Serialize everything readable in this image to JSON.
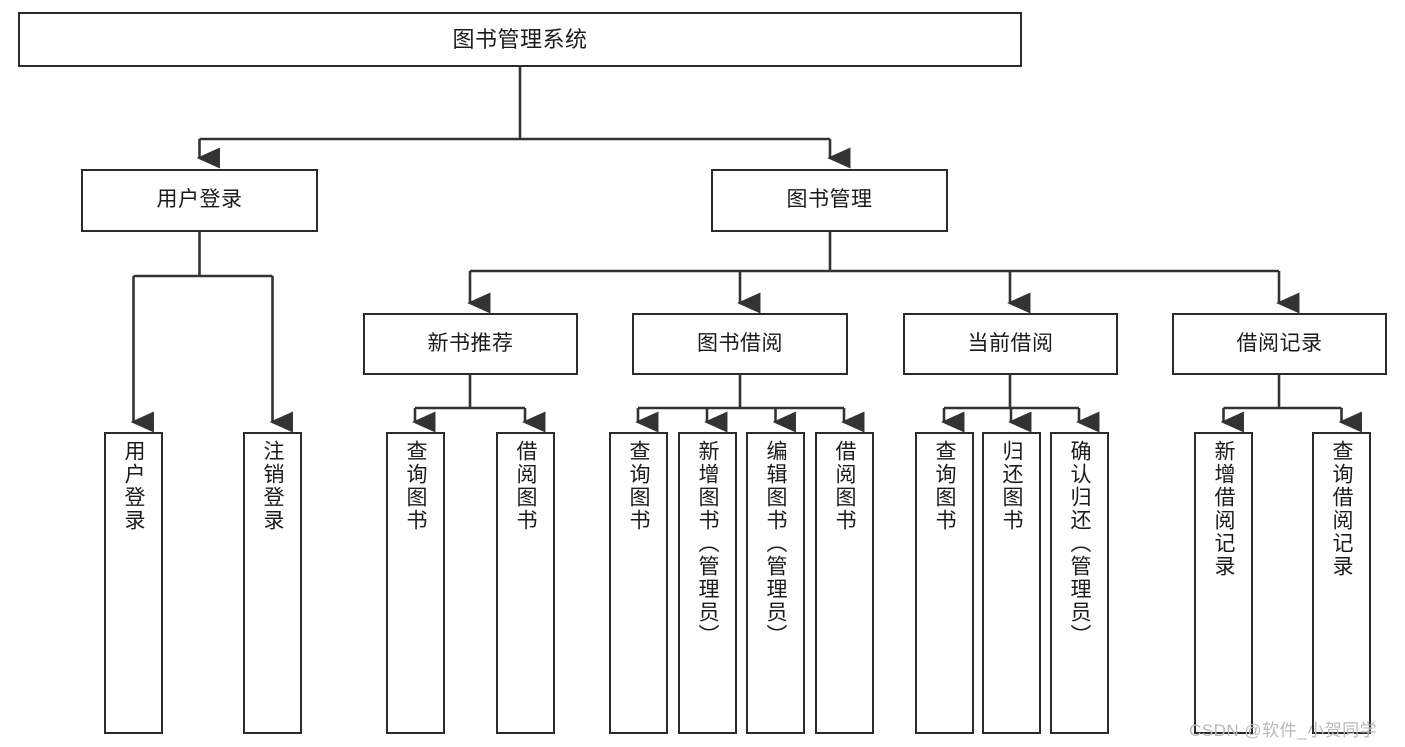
{
  "diagram": {
    "title": "图书管理系统",
    "type": "hierarchy-tree",
    "colors": {
      "box_border": "#2b2b2b",
      "box_fill": "#ffffff",
      "connector": "#333333",
      "text": "#1b1b1b",
      "watermark": "#b9b9b9",
      "background": "#ffffff"
    },
    "levels": {
      "root": {
        "label": "图书管理系统"
      },
      "level2": [
        {
          "id": "user-login",
          "label": "用户登录"
        },
        {
          "id": "book-management",
          "label": "图书管理"
        }
      ],
      "level3": [
        {
          "id": "new-book-recommend",
          "label": "新书推荐"
        },
        {
          "id": "book-borrow",
          "label": "图书借阅"
        },
        {
          "id": "current-borrow",
          "label": "当前借阅"
        },
        {
          "id": "borrow-record",
          "label": "借阅记录"
        }
      ],
      "leaves": {
        "user_login": [
          {
            "id": "leaf-user-login",
            "label": "用户登录"
          },
          {
            "id": "leaf-logout-login",
            "label": "注销登录"
          }
        ],
        "new_book_recommend": [
          {
            "id": "leaf-query-book-1",
            "label": "查询图书"
          },
          {
            "id": "leaf-borrow-book-1",
            "label": "借阅图书"
          }
        ],
        "book_borrow": [
          {
            "id": "leaf-query-book-2",
            "label": "查询图书"
          },
          {
            "id": "leaf-add-book",
            "label": "新增图书（管理员）"
          },
          {
            "id": "leaf-edit-book",
            "label": "编辑图书（管理员）"
          },
          {
            "id": "leaf-borrow-book-2",
            "label": "借阅图书"
          }
        ],
        "current_borrow": [
          {
            "id": "leaf-query-book-3",
            "label": "查询图书"
          },
          {
            "id": "leaf-return-book",
            "label": "归还图书"
          },
          {
            "id": "leaf-confirm-return",
            "label": "确认归还（管理员）"
          }
        ],
        "borrow_record": [
          {
            "id": "leaf-add-borrow-record",
            "label": "新增借阅记录"
          },
          {
            "id": "leaf-query-borrow-record",
            "label": "查询借阅记录"
          }
        ]
      }
    }
  },
  "watermark": {
    "text": "CSDN @软件_小贺同学"
  }
}
